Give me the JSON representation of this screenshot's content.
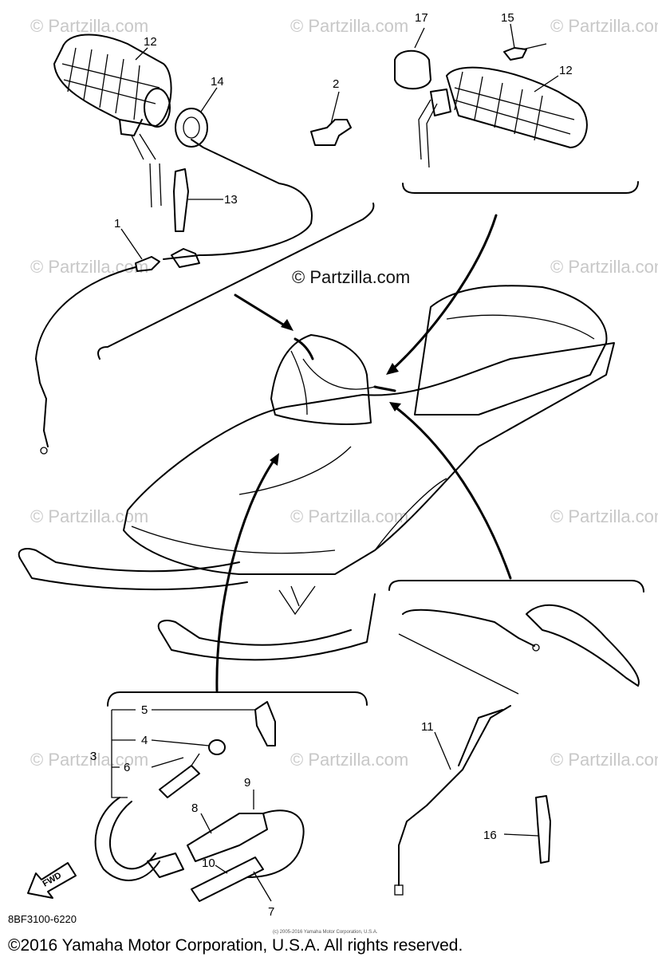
{
  "watermarks": {
    "text": "© Partzilla.com",
    "prominent": "© Partzilla.com"
  },
  "callouts": {
    "c1": "1",
    "c2": "2",
    "c3": "3",
    "c4": "4",
    "c5": "5",
    "c6": "6",
    "c7": "7",
    "c8": "8",
    "c9": "9",
    "c10": "10",
    "c11": "11",
    "c12a": "12",
    "c12b": "12",
    "c13": "13",
    "c14": "14",
    "c15": "15",
    "c16": "16",
    "c17": "17"
  },
  "fwd_label": "FWD",
  "diagram_code": "8BF3100-6220",
  "small_notice": "(c) 2005-2016 Yamaha Motor Corporation, U.S.A.",
  "copyright": "©2016 Yamaha Motor Corporation, U.S.A. All rights reserved."
}
